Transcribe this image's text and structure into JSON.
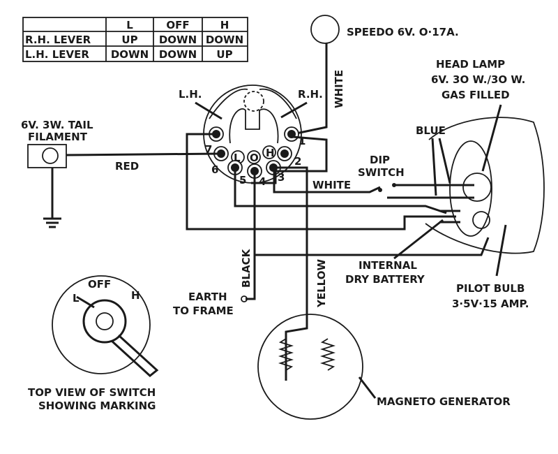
{
  "switch_table": {
    "headers": [
      "",
      "L",
      "OFF",
      "H"
    ],
    "rows": [
      [
        "R.H. LEVER",
        "UP",
        "DOWN",
        "DOWN"
      ],
      [
        "L.H. LEVER",
        "DOWN",
        "DOWN",
        "UP"
      ]
    ]
  },
  "labels": {
    "speedo": "SPEEDO 6V. O·17A.",
    "white_top": "WHITE",
    "lh": "L.H.",
    "rh": "R.H.",
    "head_lamp_1": "HEAD LAMP",
    "head_lamp_2": "6V. 3O W./3O W.",
    "head_lamp_3": "GAS FILLED",
    "tail_1": "6V. 3W. TAIL",
    "tail_2": "FILAMENT",
    "red": "RED",
    "blue": "BLUE",
    "dip_1": "DIP",
    "dip_2": "SWITCH",
    "white_dip": "WHITE",
    "battery_1": "INTERNAL",
    "battery_2": "DRY BATTERY",
    "black": "BLACK",
    "yellow": "YELLOW",
    "earth_1": "EARTH",
    "earth_2": "TO FRAME",
    "pilot_1": "PILOT BULB",
    "pilot_2": "3·5V·15 AMP.",
    "magneto": "MAGNETO GENERATOR",
    "top_view_1": "TOP VIEW OF SWITCH",
    "top_view_2": "SHOWING MARKING",
    "pos_l": "L",
    "pos_off": "OFF",
    "pos_h": "H",
    "sw_l": "L",
    "sw_o": "O",
    "sw_h": "H"
  },
  "terminals": [
    "1",
    "2",
    "3",
    "4",
    "5",
    "6",
    "7"
  ]
}
